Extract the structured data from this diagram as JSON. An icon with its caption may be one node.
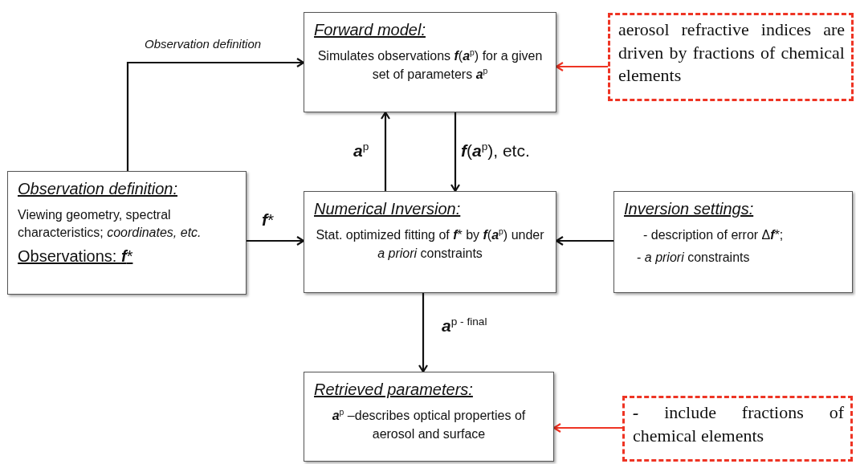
{
  "diagram": {
    "nodes": [
      {
        "text": [
          "Forward model:",
          "Simulates  observations **f**(**a**$^{p}$) for a given set of parameters **a**$^{p}$"
        ]
      },
      {
        "text": [
          "aerosol refractive indices are driven by fractions of chemical elements"
        ]
      },
      {
        "text": [
          "Observation definition:",
          "Viewing geometry,  spectral characteristics; *coordinates, etc.*",
          "Observations: **f***"
        ]
      },
      {
        "text": [
          "Numerical Inversion:",
          "Stat. optimized fitting  of **f*** by **f**(**a**$^{p}$) under *a priori* constraints"
        ]
      },
      {
        "text": [
          "Inversion settings:",
          "- description of error Δ**f***;",
          "- *a priori* constraints"
        ]
      },
      {
        "text": [
          "Retrieved parameters:",
          "**a**$^{p}$ –describes optical properties of aerosol and surface"
        ]
      },
      {
        "text": [
          "**-** include fractions of chemical elements"
        ]
      }
    ],
    "edges": [
      {
        "from": 2,
        "to": 0,
        "arrow": "to",
        "label": "*Observation definition*"
      },
      {
        "from": 1,
        "to": 0,
        "arrow": "to",
        "color": "#ee3424"
      },
      {
        "from": 3,
        "to": 0,
        "arrow": "to",
        "label": "**a**$^{p}$"
      },
      {
        "from": 0,
        "to": 3,
        "arrow": "to",
        "label": "**f**(**a**$^{p}$), etc."
      },
      {
        "from": 2,
        "to": 3,
        "arrow": "to",
        "label": "**f***"
      },
      {
        "from": 4,
        "to": 3,
        "arrow": "to"
      },
      {
        "from": 3,
        "to": 5,
        "arrow": "to",
        "label": "**a**$^{p - final}$"
      },
      {
        "from": 6,
        "to": 5,
        "arrow": "to",
        "color": "#ee3424"
      }
    ]
  }
}
